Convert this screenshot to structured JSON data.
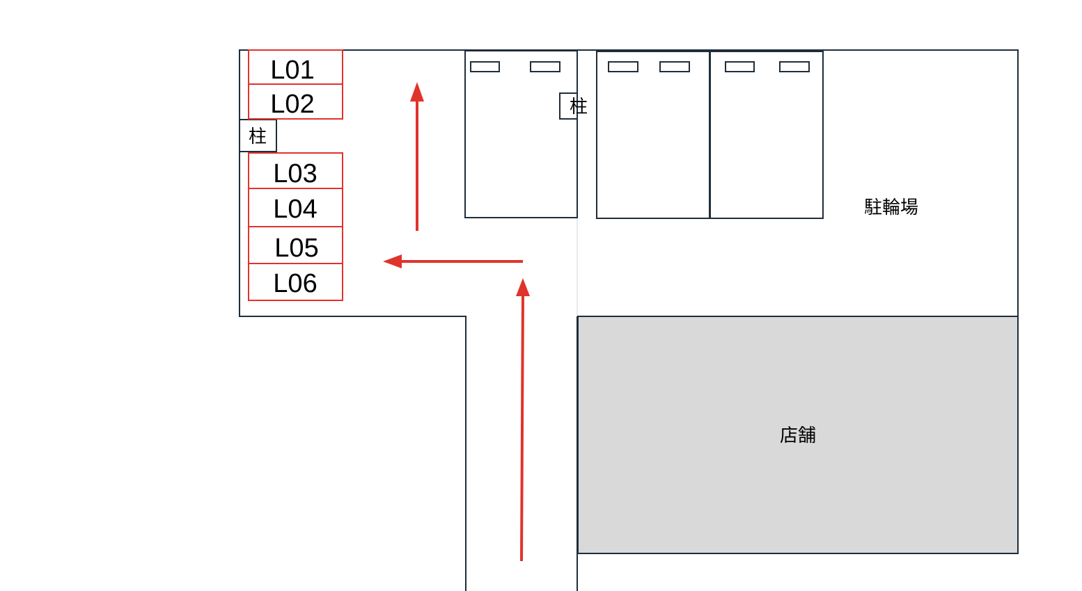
{
  "parking_slots": [
    {
      "label": "L01"
    },
    {
      "label": "L02"
    },
    {
      "label": "L03"
    },
    {
      "label": "L04"
    },
    {
      "label": "L05"
    },
    {
      "label": "L06"
    }
  ],
  "pillars": [
    {
      "label": "柱"
    },
    {
      "label": "柱"
    }
  ],
  "areas": {
    "bicycle_parking": "駐輪場",
    "store": "店舗"
  },
  "colors": {
    "slot_border": "#e0332c",
    "arrow": "#e0332c",
    "wall": "#1f2d3a",
    "store_fill": "#d9d9d9"
  }
}
